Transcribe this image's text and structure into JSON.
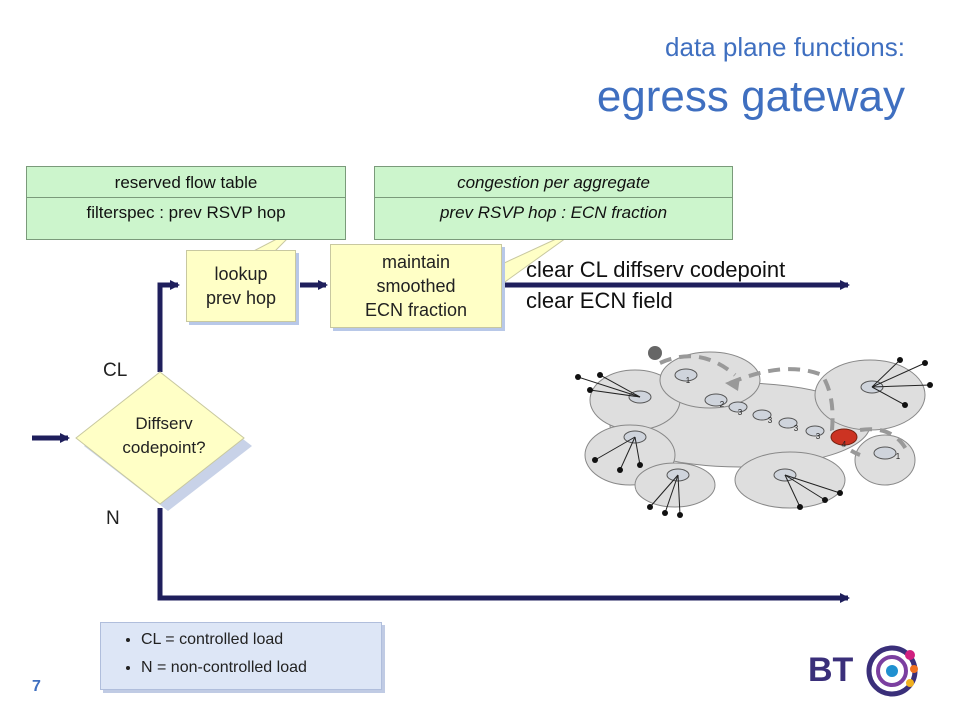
{
  "title": {
    "subtitle": "data plane functions:",
    "main": "egress gateway"
  },
  "reserved_table": {
    "header": "reserved flow table",
    "body": "filterspec : prev RSVP hop"
  },
  "congestion_table": {
    "header": "congestion per aggregate",
    "body": "prev RSVP hop : ECN fraction"
  },
  "lookup": {
    "line1": "lookup",
    "line2": "prev hop"
  },
  "maintain": {
    "line1": "maintain",
    "line2": "smoothed",
    "line3": "ECN fraction"
  },
  "actions": {
    "line1": "clear CL diffserv codepoint",
    "line2": "clear ECN field"
  },
  "decision": {
    "line1": "Diffserv",
    "line2": "codepoint?"
  },
  "branches": {
    "yes": "CL",
    "no": "N"
  },
  "legend": {
    "items": [
      "CL = controlled load",
      "N = non-controlled load"
    ]
  },
  "network_labels": [
    "1",
    "2",
    "3",
    "3",
    "3",
    "3",
    "4",
    "1"
  ],
  "slide_number": "7",
  "logo": {
    "text": "BT"
  },
  "colors": {
    "title": "#3f6fc0",
    "arrow": "#1f1f5c",
    "note_fill": "#ccf5cc",
    "callout_fill": "#ffffc6"
  }
}
